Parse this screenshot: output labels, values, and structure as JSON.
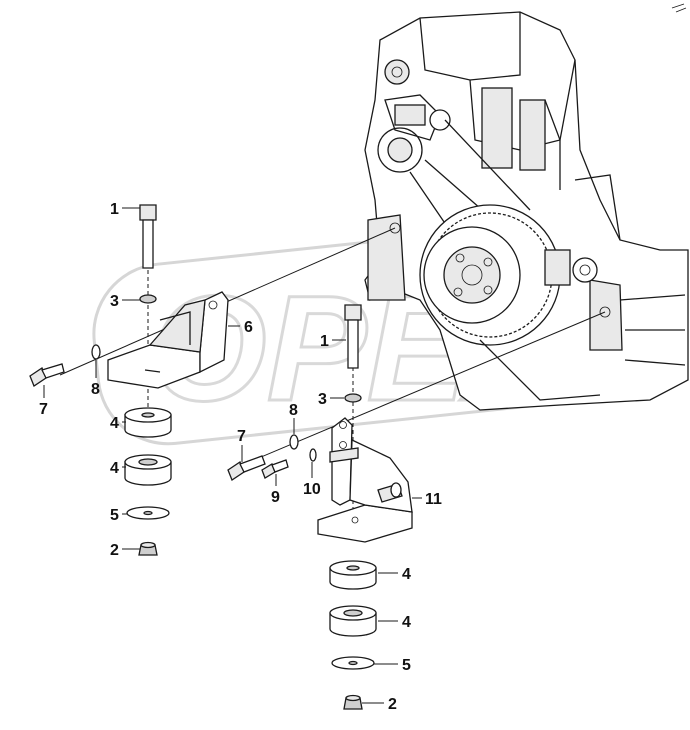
{
  "watermark_text": "OPEX",
  "colors": {
    "line": "#1a1a1a",
    "part_fill": "#e9e9e9",
    "watermark": "#d9d9d9",
    "background": "#ffffff"
  },
  "callouts": {
    "left_bolt_1": "1",
    "left_washer_3": "3",
    "left_bracket_6": "6",
    "left_washer_8": "8",
    "left_bolt_7": "7",
    "left_mount_4_upper": "4",
    "left_mount_4_lower": "4",
    "left_washer_5": "5",
    "left_nut_2": "2",
    "right_bolt_1": "1",
    "right_washer_3": "3",
    "right_washer_8": "8",
    "right_bolt_7": "7",
    "right_bolt_9": "9",
    "right_washer_10": "10",
    "right_bracket_11": "11",
    "right_mount_4_upper": "4",
    "right_mount_4_lower": "4",
    "right_washer_5": "5",
    "right_nut_2": "2"
  }
}
